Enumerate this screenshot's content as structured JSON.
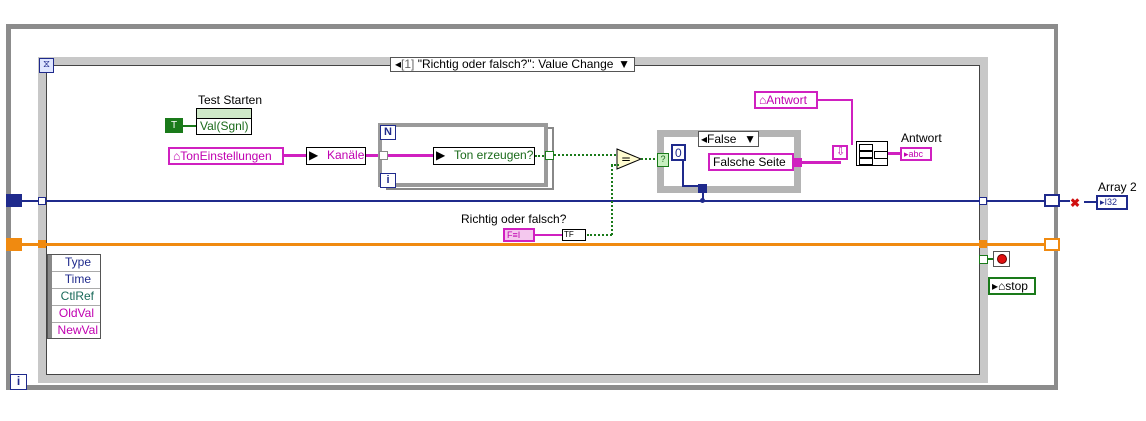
{
  "event_selector": {
    "index": "[1]",
    "text": " \"Richtig oder falsch?\": Value Change",
    "arrow": "▼"
  },
  "labels": {
    "test_starten": "Test Starten",
    "richtig_oder_falsch": "Richtig oder falsch?",
    "antwort_right": "Antwort",
    "array2": "Array 2"
  },
  "nodes": {
    "val_sgnl": "Val(Sgnl)",
    "bool_const": "T",
    "ton_einstellungen": "TonEinstellungen",
    "kanaele": "Kanäle",
    "ton_erzeugen": "Ton erzeugen?",
    "antwort_local": "Antwort",
    "case_selector": "False",
    "case_index": "0",
    "falsche_seite": "Falsche Seite",
    "stop_local": "stop",
    "abc_indicator": "abc",
    "i32_indicator": "I32",
    "tf_indicator": "TF"
  },
  "loop_terminals": {
    "for_n": "N",
    "for_i": "i",
    "while_i": "i",
    "event_timeout": "⧖"
  },
  "event_data_node": [
    "Type",
    "Time",
    "CtlRef",
    "OldVal",
    "NewVal"
  ],
  "colors": {
    "pink": "#d020c0",
    "green": "#1a7a1a",
    "blue_wire": "#1f2a8c",
    "orange_wire": "#f08a10",
    "frame_gray": "#8c8c8c"
  }
}
